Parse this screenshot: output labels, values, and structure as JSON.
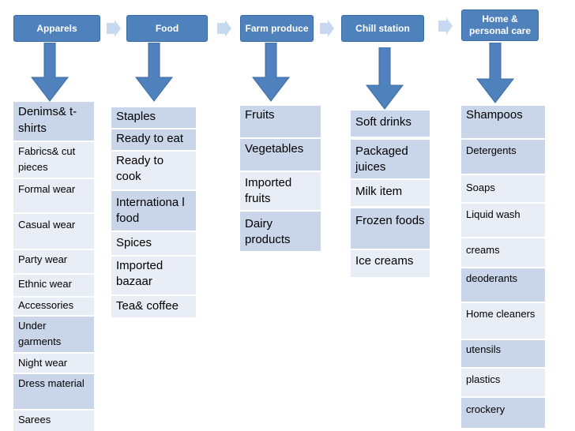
{
  "categories": [
    {
      "header": "Apparels",
      "items": [
        "Denims& t-shirts",
        "Fabrics& cut pieces",
        "Formal wear",
        "Casual wear",
        "Party wear",
        "Ethnic wear",
        "Accessories",
        "Under garments",
        "Night wear",
        "Dress material",
        "Sarees"
      ]
    },
    {
      "header": "Food",
      "items": [
        "Staples",
        "Ready to eat",
        "Ready to cook",
        "Internationa l food",
        "Spices",
        "Imported bazaar",
        "Tea& coffee"
      ]
    },
    {
      "header": "Farm produce",
      "items": [
        "Fruits",
        "Vegetables",
        "Imported fruits",
        "Dairy products"
      ]
    },
    {
      "header": "Chill station",
      "items": [
        "Soft drinks",
        "Packaged juices",
        "Milk item",
        "Frozen foods",
        "Ice creams"
      ]
    },
    {
      "header": "Home & personal care",
      "items": [
        "Shampoos",
        "Detergents",
        "Soaps",
        "Liquid wash",
        "creams",
        "deoderants",
        "Home cleaners",
        "utensils",
        "plastics",
        "crockery"
      ]
    }
  ],
  "colors": {
    "header_fill": "#4f81bd",
    "header_text": "#ffffff",
    "arrow_fill": "#4f81bd",
    "chevron_fill": "#c6d9f1",
    "row_dark": "#c9d5e9",
    "row_light": "#e8edf6"
  }
}
